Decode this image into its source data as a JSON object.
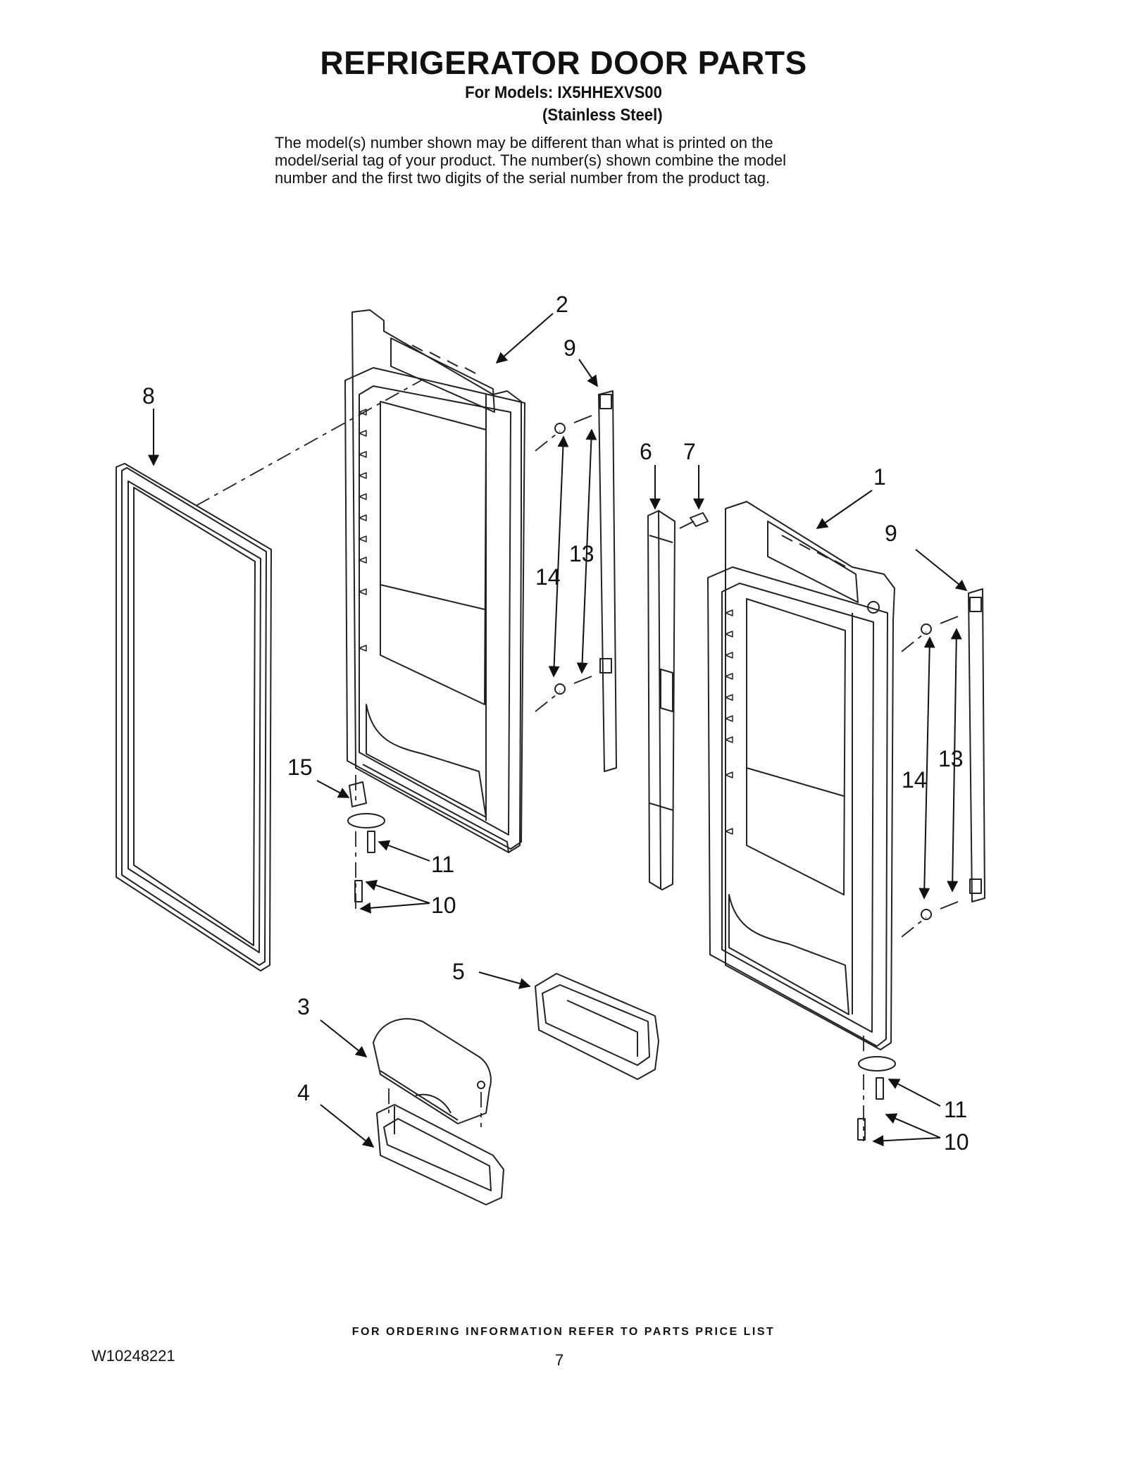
{
  "header": {
    "title": "REFRIGERATOR DOOR PARTS",
    "models": "For Models: IX5HHEXVS00",
    "finish": "(Stainless Steel)",
    "note_lines": [
      "The model(s) number shown may be different than what is printed on the",
      "model/serial tag of your product. The number(s) shown combine the model",
      "number and the first two digits of the serial number from the product tag."
    ]
  },
  "callouts": {
    "c1": "1",
    "c2": "2",
    "c3": "3",
    "c4": "4",
    "c5": "5",
    "c6": "6",
    "c7": "7",
    "c8": "8",
    "c9a": "9",
    "c9b": "9",
    "c10a": "10",
    "c10b": "10",
    "c11a": "11",
    "c11b": "11",
    "c13a": "13",
    "c13b": "13",
    "c14a": "14",
    "c14b": "14",
    "c15": "15"
  },
  "footer": {
    "ordering": "FOR ORDERING INFORMATION REFER TO PARTS PRICE LIST",
    "doc_number": "W10248221",
    "page": "7"
  }
}
